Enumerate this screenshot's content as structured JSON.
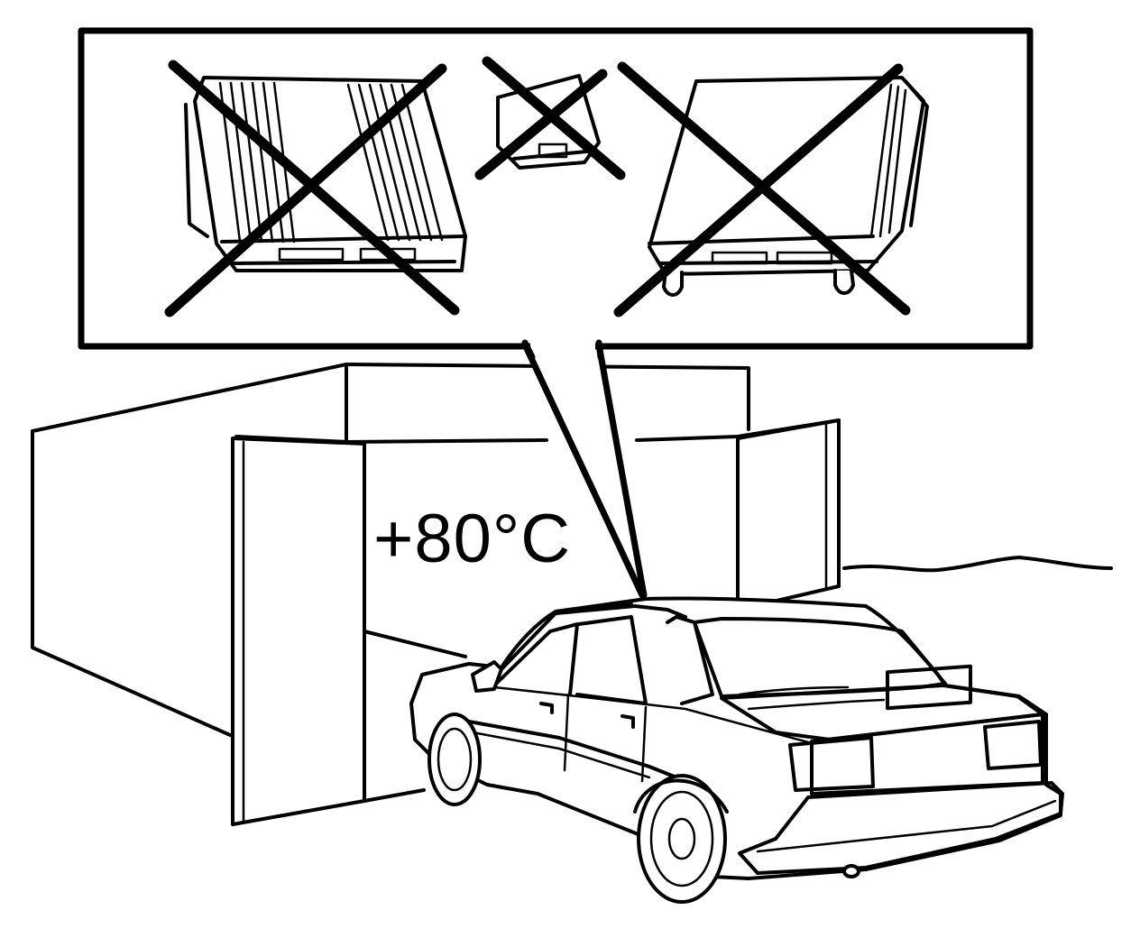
{
  "labels": {
    "temperature": "+80°C"
  },
  "illustration": {
    "subjects": [
      "control-module",
      "car",
      "heat-booth"
    ],
    "prohibited_orientations": 3
  },
  "colors": {
    "ink": "#000000",
    "paper": "#ffffff"
  }
}
